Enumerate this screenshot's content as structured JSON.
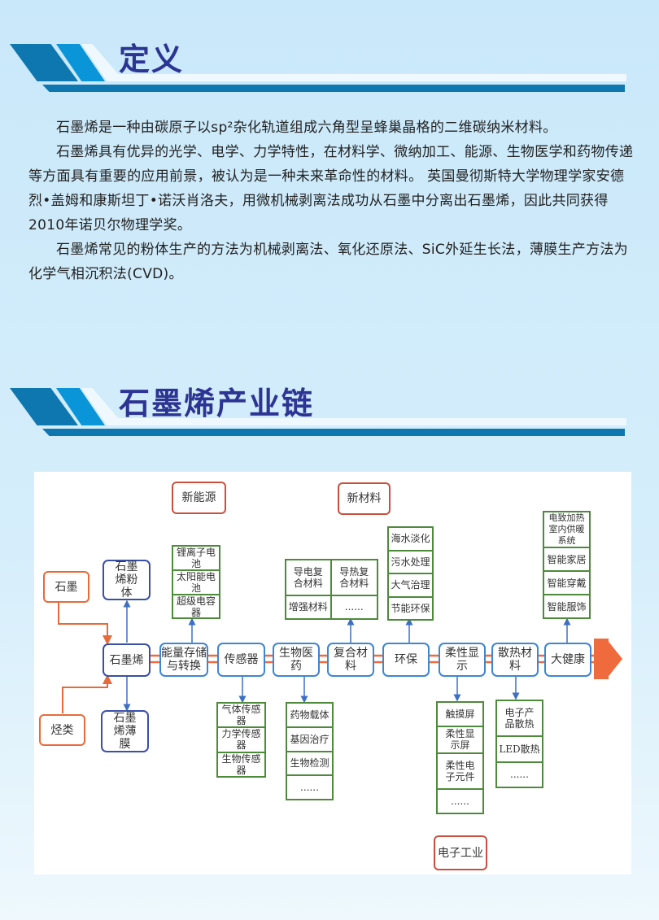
{
  "section1": {
    "title": "定义",
    "paragraphs": [
      "石墨烯是一种由碳原子以sp²杂化轨道组成六角型呈蜂巢晶格的二维碳纳米材料。",
      "石墨烯具有优异的光学、电学、力学特性，在材料学、微纳加工、能源、生物医学和药物传递等方面具有重要的应用前景，被认为是一种未来革命性的材料。 英国曼彻斯特大学物理学家安德烈•盖姆和康斯坦丁•诺沃肖洛夫，用微机械剥离法成功从石墨中分离出石墨烯，因此共同获得2010年诺贝尔物理学奖。",
      "石墨烯常见的粉体生产的方法为机械剥离法、氧化还原法、SiC外延生长法，薄膜生产方法为化学气相沉积法(CVD)。"
    ]
  },
  "section2": {
    "title": "石墨烯产业链"
  },
  "diagram": {
    "categories": {
      "new_energy": "新能源",
      "new_material": "新材料",
      "electronics": "电子工业"
    },
    "sources": [
      "石墨",
      "烃类"
    ],
    "graphene": {
      "center": "石墨烯",
      "powder": "石墨烯粉体",
      "film": "石墨烯薄膜"
    },
    "chain": [
      "能量存储与转换",
      "传感器",
      "生物医药",
      "复合材料",
      "环保",
      "柔性显示",
      "散热材料",
      "大健康"
    ],
    "energy_items": [
      "锂离子电池",
      "太阳能电池",
      "超级电容器"
    ],
    "sensor_items": [
      "气体传感器",
      "力学传感器",
      "生物传感器"
    ],
    "bio_items": [
      "药物载体",
      "基因治疗",
      "生物检测",
      "......"
    ],
    "composite_items": [
      "导电复合材料",
      "导热复合材料",
      "增强材料",
      "......"
    ],
    "env_items": [
      "海水淡化",
      "污水处理",
      "大气治理",
      "节能环保"
    ],
    "display_items": [
      "触摸屏",
      "柔性显示屏",
      "柔性电子元件",
      "......"
    ],
    "heat_items": [
      "电子产品散热",
      "LED散热",
      "......"
    ],
    "health_items": [
      "电致加热室内供暖系统",
      "智能家居",
      "智能穿戴",
      "智能服饰"
    ]
  },
  "colors": {
    "title": "#2c3494",
    "banner_dark": "#0f77b0",
    "banner_light": "#0a95d8",
    "arrow": "#ef6a3c"
  }
}
